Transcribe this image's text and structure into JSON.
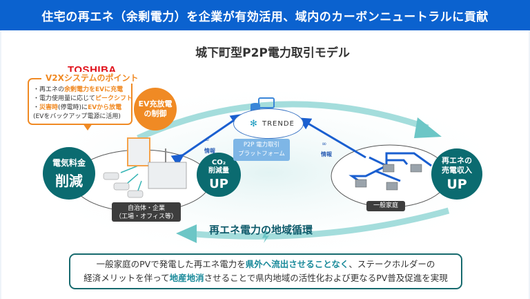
{
  "header": {
    "banner": "住宅の再エネ（余剰電力）を企業が有効活用、域内のカーボンニュートラルに貢献"
  },
  "diagram": {
    "title": "城下町型P2P電力取引モデル",
    "toshiba_logo": "TOSHIBA",
    "v2x": {
      "title": "V2Xシステムのポイント",
      "points": [
        {
          "prefix": "・再エネの",
          "highlight": "余剰電力をEVに充電",
          "suffix": ""
        },
        {
          "prefix": "・電力使用量に応じて",
          "highlight": "ピークシフト",
          "suffix": ""
        },
        {
          "prefix": "・",
          "highlight": "災害時",
          "suffix": "(停電時)に",
          "highlight2": "EVから放電"
        }
      ],
      "note": "(EVをバックアップ電源に活用)"
    },
    "ev_control": {
      "line1": "EV充放電",
      "line2": "の制御"
    },
    "electricity_cost": {
      "small": "電気料金",
      "big": "削減"
    },
    "co2": {
      "line1": "CO₂",
      "line2": "削減量",
      "big": "UP"
    },
    "renewable_income": {
      "line1": "再エネの",
      "line2": "売電収入",
      "big": "UP"
    },
    "business_label": {
      "line1": "自治体・企業",
      "line2": "（工場・オフィス等）"
    },
    "household_label": "一般家庭",
    "platform": {
      "brand": "TRENDE",
      "line1": "P2P 電力取引",
      "line2": "プラットフォーム"
    },
    "info_label_left": "情報",
    "info_label_right": "情報",
    "cycle_label": "再エネ電力の地域循環",
    "colors": {
      "banner": "#0b62cf",
      "orange": "#f08a24",
      "teal": "#0b6b70",
      "arrow_blue": "#1a5fd0",
      "cycle_teal": "#6cc6c6"
    }
  },
  "summary": {
    "line1_a": "一般家庭のPVで発電した再エネ電力を",
    "line1_hl": "県外へ流出させることなく",
    "line1_b": "、ステークホルダーの",
    "line2_a": "経済メリットを伴って",
    "line2_hl": "地産地消",
    "line2_b": "させることで県内地域の活性化および更なるPV普及促進を実現"
  }
}
